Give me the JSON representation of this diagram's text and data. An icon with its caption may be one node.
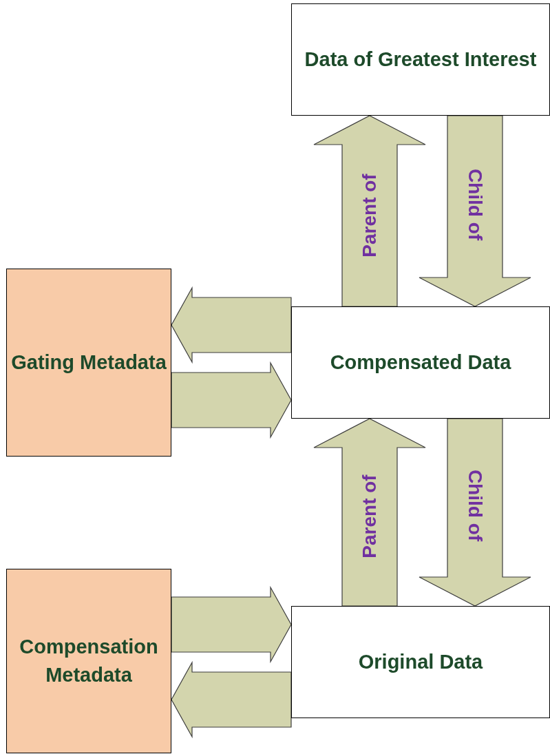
{
  "diagram": {
    "nodes": [
      {
        "text": [
          "Data of Greatest Interest"
        ]
      },
      {
        "text": [
          "Gating Metadata"
        ]
      },
      {
        "text": [
          "Compensated Data"
        ]
      },
      {
        "text": [
          "Compensation Metadata"
        ]
      },
      {
        "text": [
          "Original Data"
        ]
      }
    ],
    "edges": [
      {
        "from": 2,
        "to": 0,
        "arrow": "to",
        "label": "Parent of"
      },
      {
        "from": 0,
        "to": 2,
        "arrow": "to",
        "label": "Child of"
      },
      {
        "from": 2,
        "to": 1,
        "arrow": "to"
      },
      {
        "from": 1,
        "to": 2,
        "arrow": "to"
      },
      {
        "from": 4,
        "to": 2,
        "arrow": "to",
        "label": "Parent of"
      },
      {
        "from": 2,
        "to": 4,
        "arrow": "to",
        "label": "Child of"
      },
      {
        "from": 3,
        "to": 4,
        "arrow": "to"
      },
      {
        "from": 4,
        "to": 3,
        "arrow": "to"
      }
    ]
  }
}
